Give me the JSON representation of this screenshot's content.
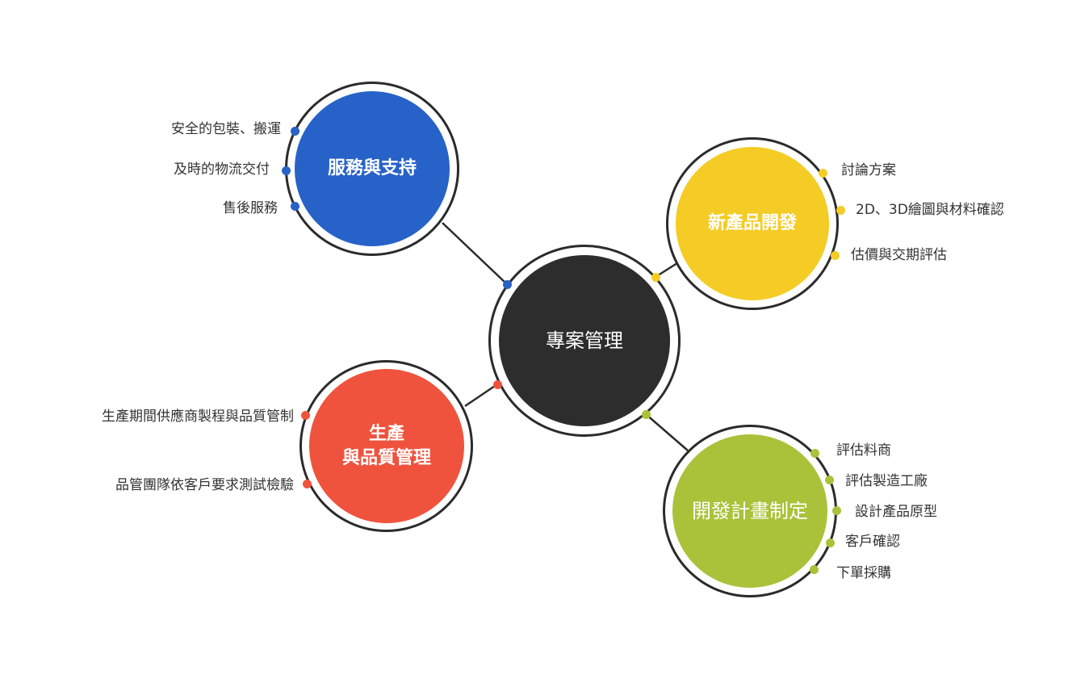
{
  "center": {
    "title": "專案管理",
    "color": "#2d2d2d"
  },
  "colors": {
    "blue": "#2762c8",
    "yellow": "#f4cc25",
    "red": "#ef533d",
    "green": "#a9c23a",
    "ring": "#2b2b2b"
  },
  "service": {
    "title": "服務與支持",
    "items": [
      "安全的包裝、搬運",
      "及時的物流交付",
      "售後服務"
    ]
  },
  "new_product": {
    "title": "新產品開發",
    "items": [
      "討論方案",
      "2D、3D繪圖與材料確認",
      "估價與交期評估"
    ]
  },
  "production": {
    "title_line1": "生產",
    "title_line2": "與品質管理",
    "items": [
      "生產期間供應商製程與品質管制",
      "品管團隊依客戶要求測試檢驗"
    ]
  },
  "plan": {
    "title": "開發計畫制定",
    "items": [
      "評估料商",
      "評估製造工廠",
      "設計產品原型",
      "客戶確認",
      "下單採購"
    ]
  }
}
